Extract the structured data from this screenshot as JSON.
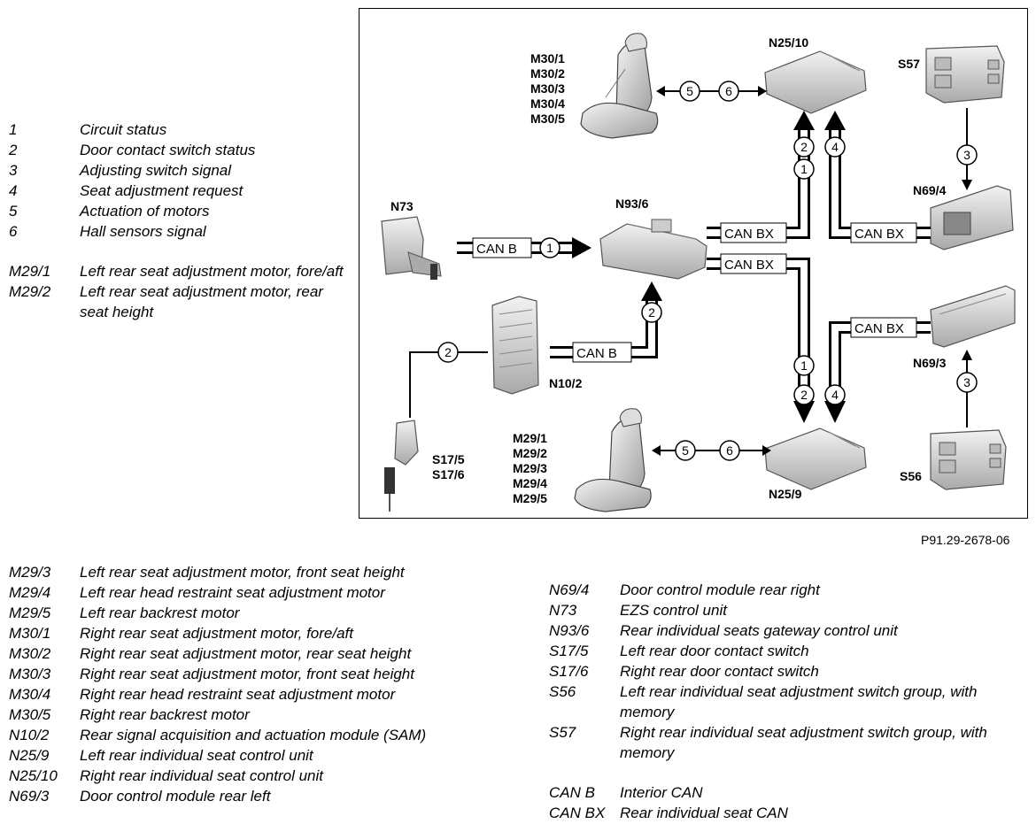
{
  "legend_top": [
    {
      "code": "1",
      "desc": "Circuit status"
    },
    {
      "code": "2",
      "desc": "Door contact switch status"
    },
    {
      "code": "3",
      "desc": "Adjusting switch signal"
    },
    {
      "code": "4",
      "desc": "Seat adjustment request"
    },
    {
      "code": "5",
      "desc": "Actuation of motors"
    },
    {
      "code": "6",
      "desc": "Hall sensors signal"
    },
    {
      "code": "M29/1",
      "desc": "Left rear seat adjustment motor, fore/aft"
    },
    {
      "code": "M29/2",
      "desc": "Left rear seat adjustment motor, rear seat height"
    }
  ],
  "legend_bottom_left": [
    {
      "code": "M29/3",
      "desc": "Left rear seat adjustment motor, front seat height"
    },
    {
      "code": "M29/4",
      "desc": "Left rear head restraint seat adjustment motor"
    },
    {
      "code": "M29/5",
      "desc": "Left rear backrest motor"
    },
    {
      "code": "M30/1",
      "desc": "Right rear seat adjustment motor, fore/aft"
    },
    {
      "code": "M30/2",
      "desc": "Right rear seat adjustment motor, rear seat height"
    },
    {
      "code": "M30/3",
      "desc": "Right rear seat adjustment motor, front seat height"
    },
    {
      "code": "M30/4",
      "desc": "Right rear head restraint seat adjustment motor"
    },
    {
      "code": "M30/5",
      "desc": "Right rear backrest motor"
    },
    {
      "code": "N10/2",
      "desc": "Rear signal acquisition and actuation module (SAM)"
    },
    {
      "code": "N25/9",
      "desc": "Left rear individual seat control unit"
    },
    {
      "code": "N25/10",
      "desc": "Right rear individual seat control unit"
    },
    {
      "code": "N69/3",
      "desc": "Door control module rear left"
    }
  ],
  "legend_bottom_right": [
    {
      "code": "N69/4",
      "desc": "Door control module rear right"
    },
    {
      "code": "N73",
      "desc": "EZS control unit"
    },
    {
      "code": "N93/6",
      "desc": "Rear individual seats gateway control unit"
    },
    {
      "code": "S17/5",
      "desc": "Left rear door contact switch"
    },
    {
      "code": "S17/6",
      "desc": "Right rear door contact switch"
    },
    {
      "code": "S56",
      "desc": "Left rear individual seat adjustment switch group, with memory"
    },
    {
      "code": "S57",
      "desc": "Right rear individual seat adjustment switch group, with memory"
    }
  ],
  "legend_bus": [
    {
      "code": "CAN B",
      "desc": "Interior CAN"
    },
    {
      "code": "CAN BX",
      "desc": "Rear individual seat CAN"
    }
  ],
  "figure_ref": "P91.29-2678-06",
  "diagram": {
    "labels": {
      "m30_group": [
        "M30/1",
        "M30/2",
        "M30/3",
        "M30/4",
        "M30/5"
      ],
      "m29_group": [
        "M29/1",
        "M29/2",
        "M29/3",
        "M29/4",
        "M29/5"
      ],
      "n25_10": "N25/10",
      "n25_9": "N25/9",
      "s57": "S57",
      "s56": "S56",
      "n69_4": "N69/4",
      "n69_3": "N69/3",
      "n73": "N73",
      "n93_6": "N93/6",
      "n10_2": "N10/2",
      "s17_5": "S17/5",
      "s17_6": "S17/6"
    },
    "bus": {
      "can_b": "CAN B",
      "can_bx": "CAN BX"
    },
    "signals": {
      "s1": "1",
      "s2": "2",
      "s3": "3",
      "s4": "4",
      "s5": "5",
      "s6": "6"
    }
  }
}
